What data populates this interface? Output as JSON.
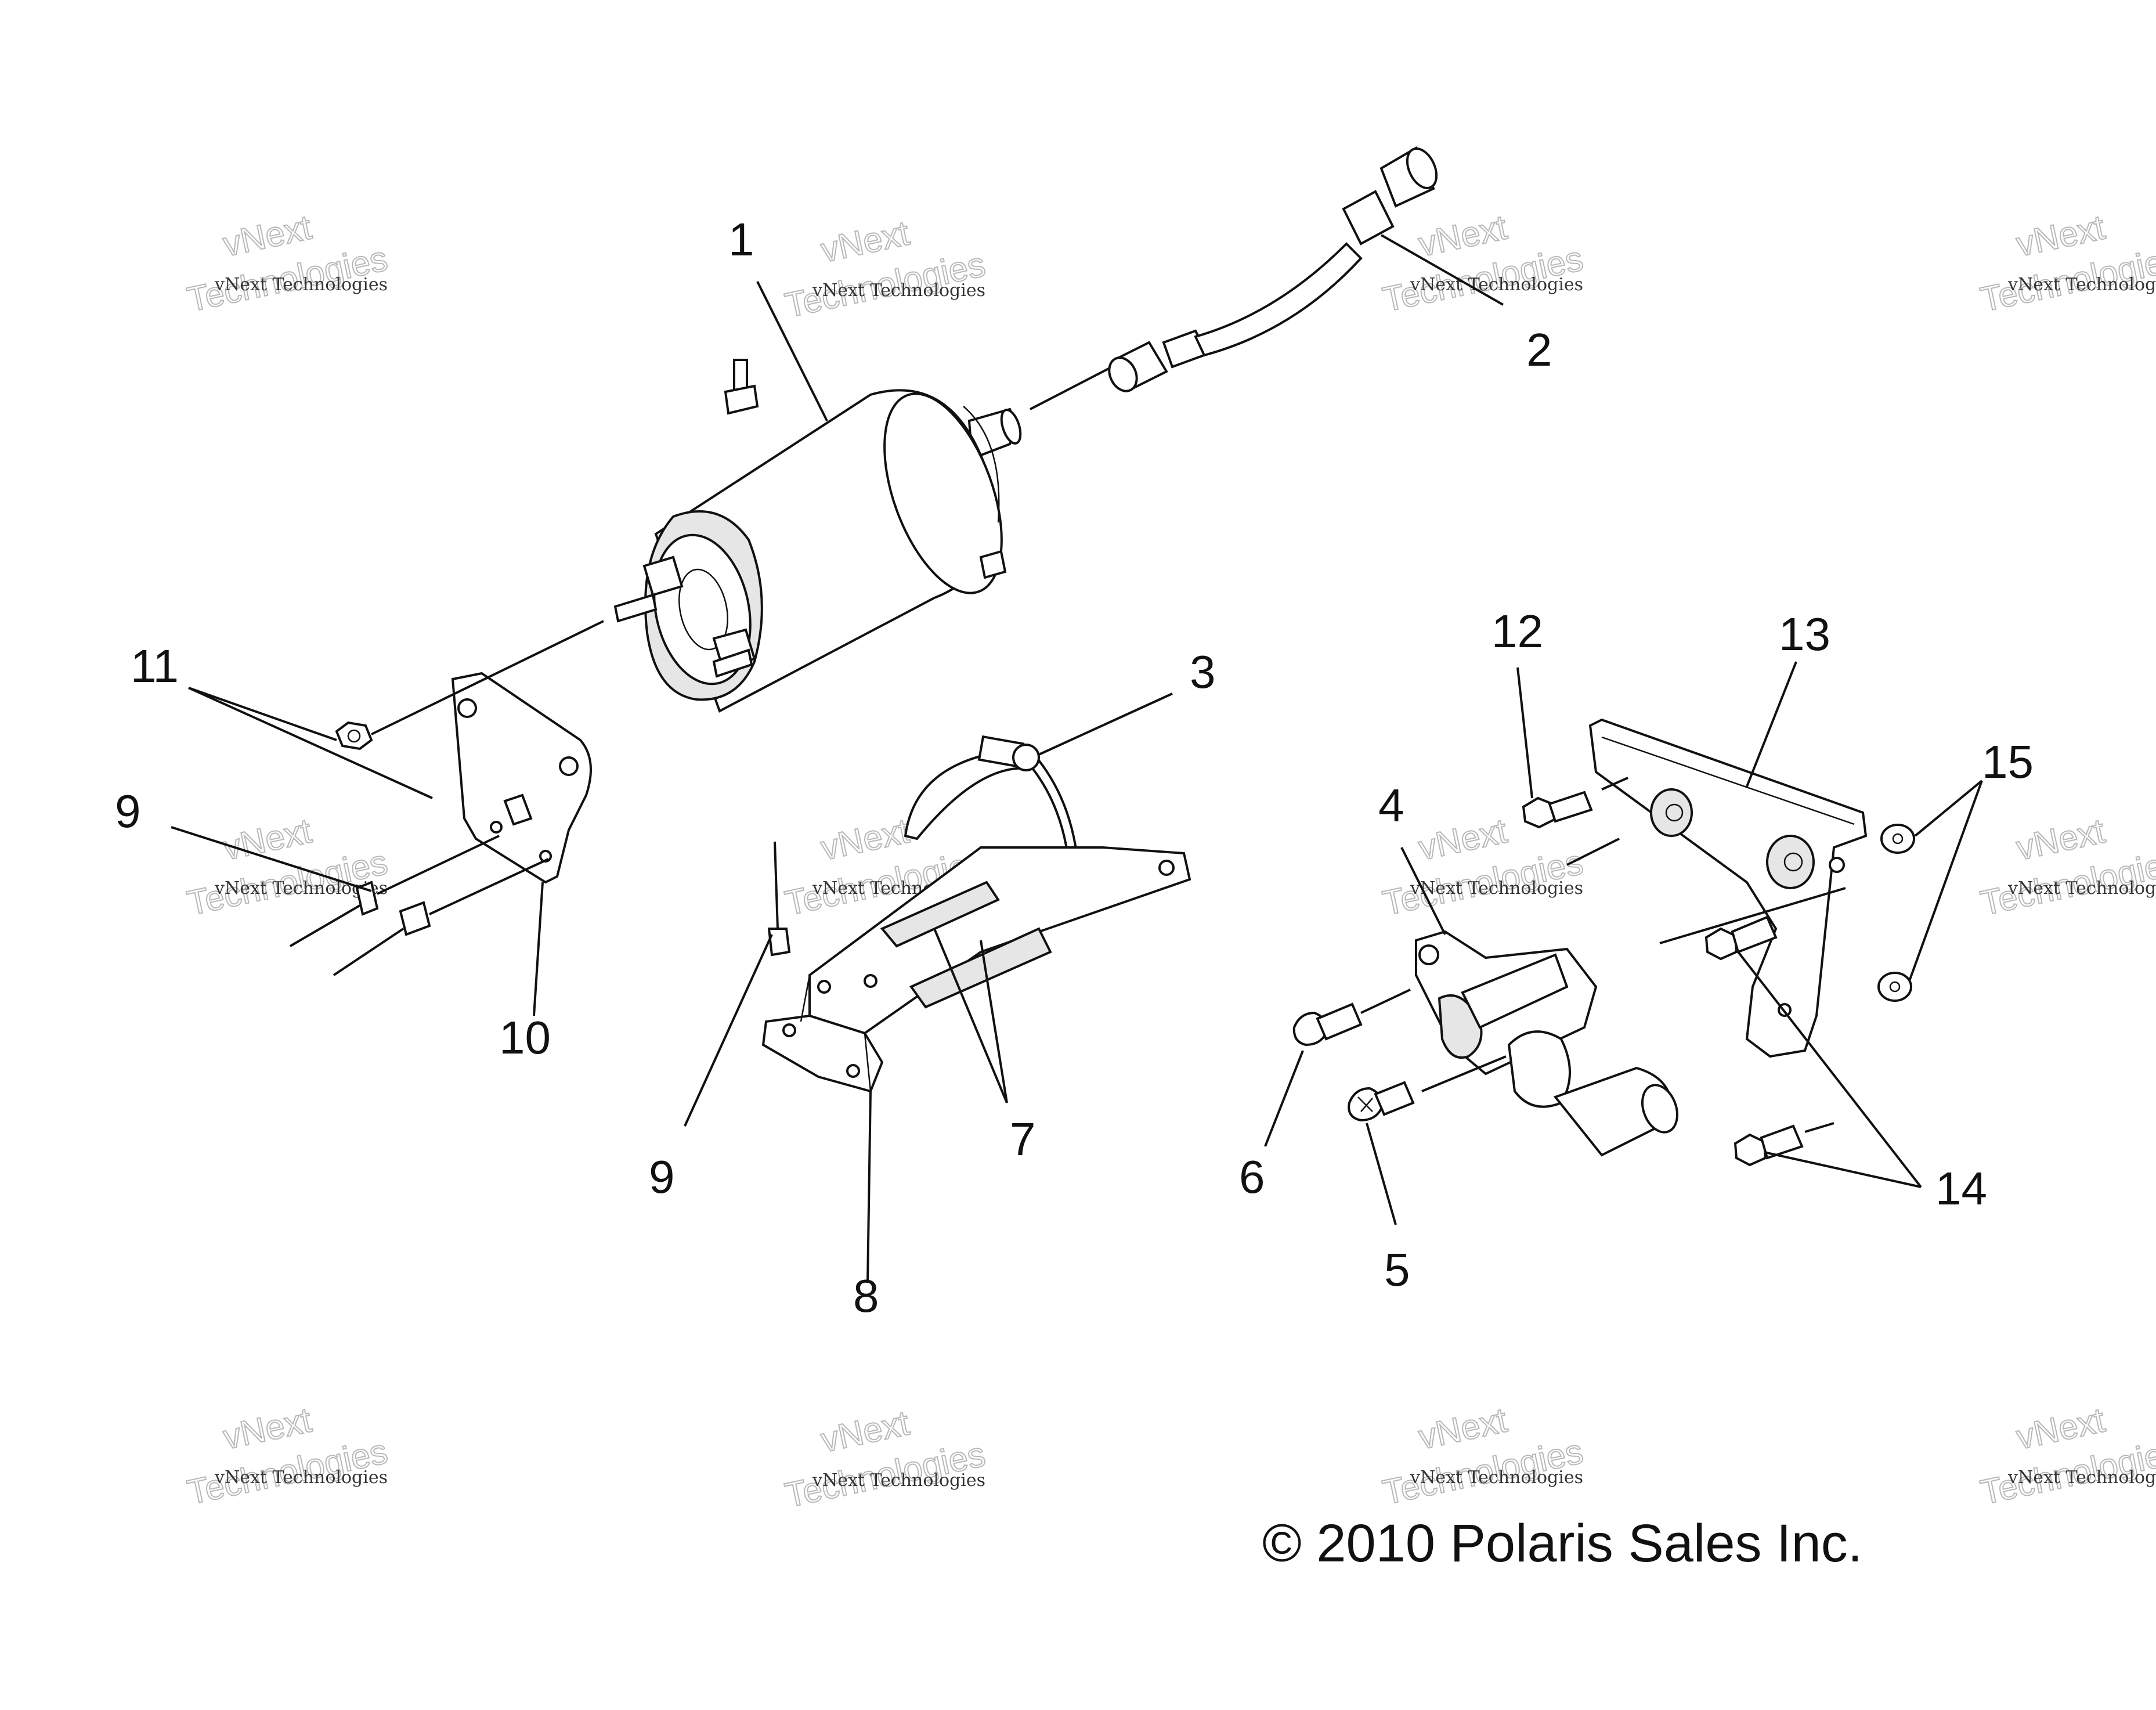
{
  "callouts": {
    "c1": "1",
    "c2": "2",
    "c3": "3",
    "c4": "4",
    "c5": "5",
    "c6": "6",
    "c7": "7",
    "c8": "8",
    "c9a": "9",
    "c9b": "9",
    "c10": "10",
    "c11": "11",
    "c12": "12",
    "c13": "13",
    "c14": "14",
    "c15": "15"
  },
  "copyright": "© 2010 Polaris Sales Inc.",
  "watermark": {
    "line1": "vNext Technologies",
    "line2": "vNext",
    "line3": "Technologies"
  }
}
